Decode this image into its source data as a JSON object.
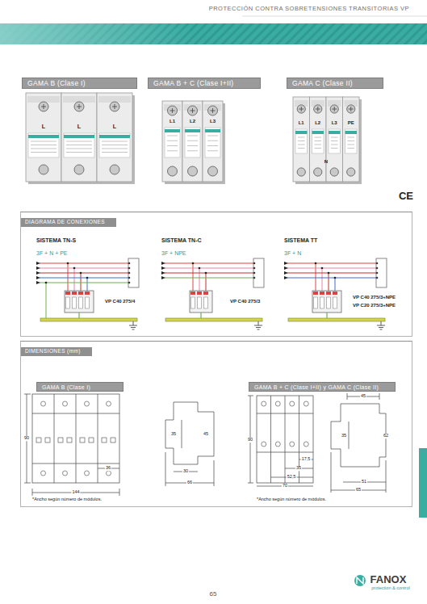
{
  "diagram": {
    "title": "PROTECCIÓN CONTRA SOBRETENSIONES TRANSITORIAS VP",
    "nodes": [
      {
        "text": [
          "GAMA B (Clase I)"
        ]
      },
      {
        "text": [
          "GAMA B + C (Clase I+II)"
        ]
      },
      {
        "text": [
          "GAMA C (Clase II)"
        ]
      },
      {
        "text": [
          "DIAGRAMA DE CONEXIONES"
        ]
      },
      {
        "text": [
          "DIMENSIONES (mm)"
        ]
      },
      {
        "text": [
          "GAMA B (Clase I)"
        ],
        "in": 4
      },
      {
        "text": [
          "GAMA B + C (Clase I+II) y GAMA C (Clase II)"
        ],
        "in": 4
      }
    ],
    "labels": [
      "CE",
      "L",
      "L",
      "L",
      "L1",
      "L2",
      "L3",
      "L1",
      "L2",
      "L3",
      "PE",
      "N",
      "SISTEMA TN-S",
      "3F + N + PE",
      "SISTEMA TN-C",
      "3F + NPE",
      "SISTEMA TT",
      "3F + N",
      "VP C40 275/4",
      "VP C40 275/3",
      "VP C40 275/3+NPE",
      "VP C20 275/3+NPE",
      "90",
      "144",
      "36",
      "35",
      "45",
      "30",
      "66",
      "90",
      "17,5",
      "35",
      "52,5",
      "70",
      "45",
      "35",
      "62",
      "51",
      "65",
      "*Ancho según número de módulos.",
      "*Ancho según número de módulos.",
      "65",
      "FANOX",
      "protection & control"
    ]
  }
}
